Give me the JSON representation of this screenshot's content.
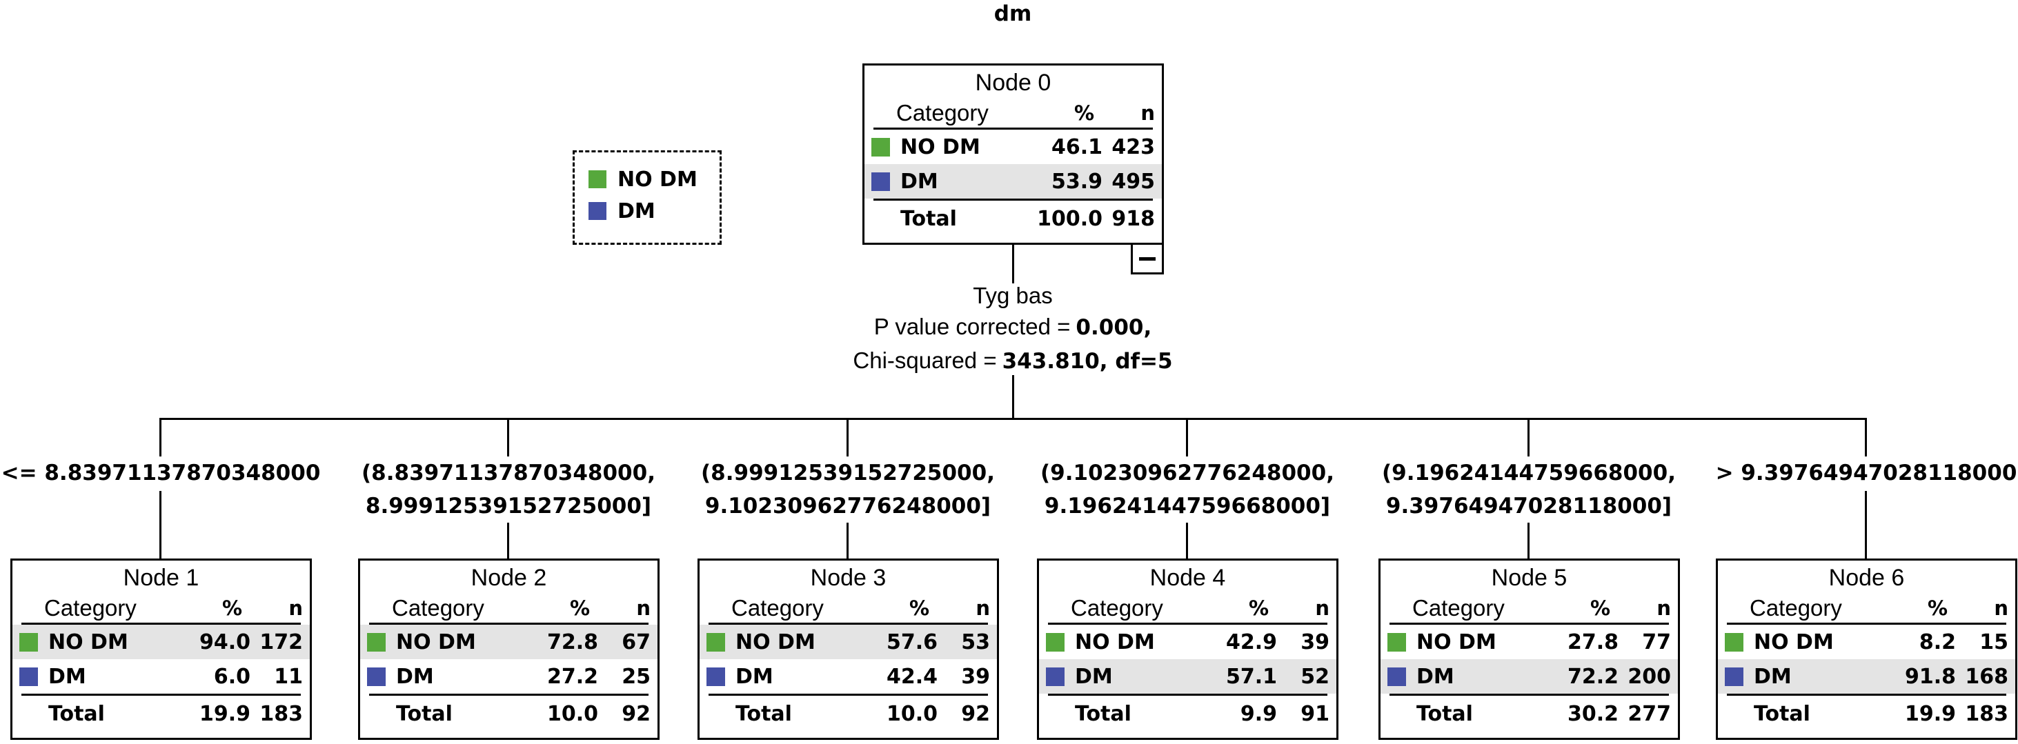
{
  "title": "dm",
  "legend": {
    "items": [
      {
        "label": "NO DM",
        "color": "#56a83c"
      },
      {
        "label": "DM",
        "color": "#4450a5"
      }
    ]
  },
  "columns": {
    "category": "Category",
    "percent": "%",
    "n": "n"
  },
  "split": {
    "variable": "Tyg bas",
    "p_label": "P value corrected =",
    "p_value": "0.000,",
    "chi_label": "Chi-squared =",
    "chi_value": "343.810, df=5"
  },
  "root": {
    "title": "Node 0",
    "rows": [
      {
        "category": "NO DM",
        "color": "#56a83c",
        "percent": "46.1",
        "n": "423",
        "highlight": false
      },
      {
        "category": "DM",
        "color": "#4450a5",
        "percent": "53.9",
        "n": "495",
        "highlight": true
      }
    ],
    "total": {
      "label": "Total",
      "percent": "100.0",
      "n": "918"
    },
    "collapse_icon": "minus"
  },
  "children": [
    {
      "branch": [
        "<= 8.83971137870348000"
      ],
      "title": "Node 1",
      "rows": [
        {
          "category": "NO DM",
          "color": "#56a83c",
          "percent": "94.0",
          "n": "172",
          "highlight": true
        },
        {
          "category": "DM",
          "color": "#4450a5",
          "percent": "6.0",
          "n": "11",
          "highlight": false
        }
      ],
      "total": {
        "label": "Total",
        "percent": "19.9",
        "n": "183"
      }
    },
    {
      "branch": [
        "(8.83971137870348000,",
        "8.99912539152725000]"
      ],
      "title": "Node 2",
      "rows": [
        {
          "category": "NO DM",
          "color": "#56a83c",
          "percent": "72.8",
          "n": "67",
          "highlight": true
        },
        {
          "category": "DM",
          "color": "#4450a5",
          "percent": "27.2",
          "n": "25",
          "highlight": false
        }
      ],
      "total": {
        "label": "Total",
        "percent": "10.0",
        "n": "92"
      }
    },
    {
      "branch": [
        "(8.99912539152725000,",
        "9.10230962776248000]"
      ],
      "title": "Node 3",
      "rows": [
        {
          "category": "NO DM",
          "color": "#56a83c",
          "percent": "57.6",
          "n": "53",
          "highlight": true
        },
        {
          "category": "DM",
          "color": "#4450a5",
          "percent": "42.4",
          "n": "39",
          "highlight": false
        }
      ],
      "total": {
        "label": "Total",
        "percent": "10.0",
        "n": "92"
      }
    },
    {
      "branch": [
        "(9.10230962776248000,",
        "9.19624144759668000]"
      ],
      "title": "Node 4",
      "rows": [
        {
          "category": "NO DM",
          "color": "#56a83c",
          "percent": "42.9",
          "n": "39",
          "highlight": false
        },
        {
          "category": "DM",
          "color": "#4450a5",
          "percent": "57.1",
          "n": "52",
          "highlight": true
        }
      ],
      "total": {
        "label": "Total",
        "percent": "9.9",
        "n": "91"
      }
    },
    {
      "branch": [
        "(9.19624144759668000,",
        "9.39764947028118000]"
      ],
      "title": "Node 5",
      "rows": [
        {
          "category": "NO DM",
          "color": "#56a83c",
          "percent": "27.8",
          "n": "77",
          "highlight": false
        },
        {
          "category": "DM",
          "color": "#4450a5",
          "percent": "72.2",
          "n": "200",
          "highlight": true
        }
      ],
      "total": {
        "label": "Total",
        "percent": "30.2",
        "n": "277"
      }
    },
    {
      "branch": [
        "> 9.39764947028118000"
      ],
      "title": "Node 6",
      "rows": [
        {
          "category": "NO DM",
          "color": "#56a83c",
          "percent": "8.2",
          "n": "15",
          "highlight": false
        },
        {
          "category": "DM",
          "color": "#4450a5",
          "percent": "91.8",
          "n": "168",
          "highlight": true
        }
      ],
      "total": {
        "label": "Total",
        "percent": "19.9",
        "n": "183"
      }
    }
  ]
}
